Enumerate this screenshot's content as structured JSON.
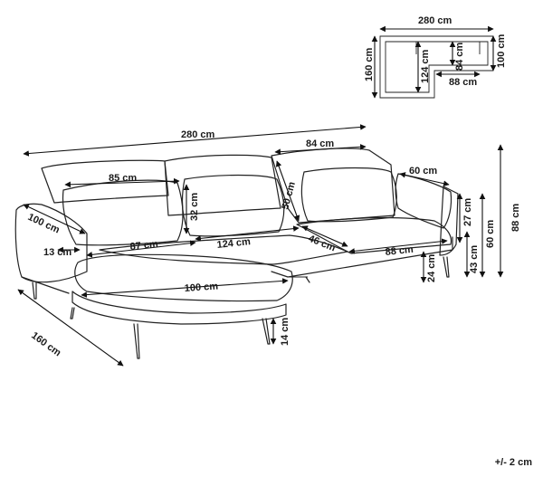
{
  "labels": {
    "top_width": "280 cm",
    "top_depth": "160 cm",
    "top_depth_right": "100 cm",
    "top_inner": "124 cm",
    "top_seat_depth": "84 cm",
    "top_seat_width": "88 cm",
    "overall_width": "280 cm",
    "back_width": "84 cm",
    "left_cushion": "85 cm",
    "pillow_height": "32 cm",
    "back_height": "50 cm",
    "right_pillow": "60 cm",
    "arm_height": "27 cm",
    "total_height": "88 cm",
    "back_seat_height": "60 cm",
    "seat_height": "43 cm",
    "leg_height_right": "24 cm",
    "chaise_depth_side": "100 cm",
    "arm_width": "13 cm",
    "chaise_seat": "87 cm",
    "middle_seat": "124 cm",
    "seat_depth": "46 cm",
    "right_seat": "88 cm",
    "chaise_cushion": "100 cm",
    "total_depth": "160 cm",
    "leg_height": "14 cm"
  },
  "tolerance": "+/- 2 cm"
}
